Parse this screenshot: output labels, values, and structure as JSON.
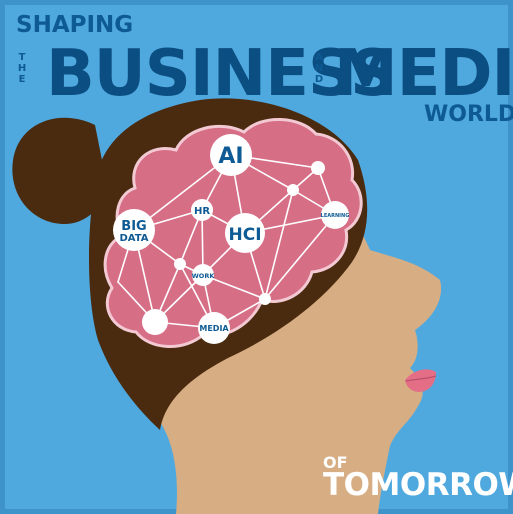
{
  "headline": {
    "shaping": "SHAPING",
    "the": "THE",
    "business": "BUSINESS",
    "and": "AND",
    "media": "MEDIA",
    "world": "WORLD",
    "of": "OF",
    "tomorrow": "TOMORROW"
  },
  "nodes": {
    "ai": "AI",
    "hr": "HR",
    "big_data": "BIG DATA",
    "big": "BIG",
    "data": "DATA",
    "hci": "HCI",
    "learning": "LEARNING",
    "work": "WORK",
    "media": "MEDIA"
  },
  "colors": {
    "background": "#4FA9DF",
    "frame": "#3D93CA",
    "headline_text": "#0E5A94",
    "headline_dark": "#0B4E82",
    "hair": "#4A2B0F",
    "skin": "#D7AD84",
    "brain": "#D66E86",
    "brain_outline": "#F3C9D3",
    "node": "#FFFFFF",
    "node_text": "#0E5A94",
    "lips": "#E56E87"
  }
}
